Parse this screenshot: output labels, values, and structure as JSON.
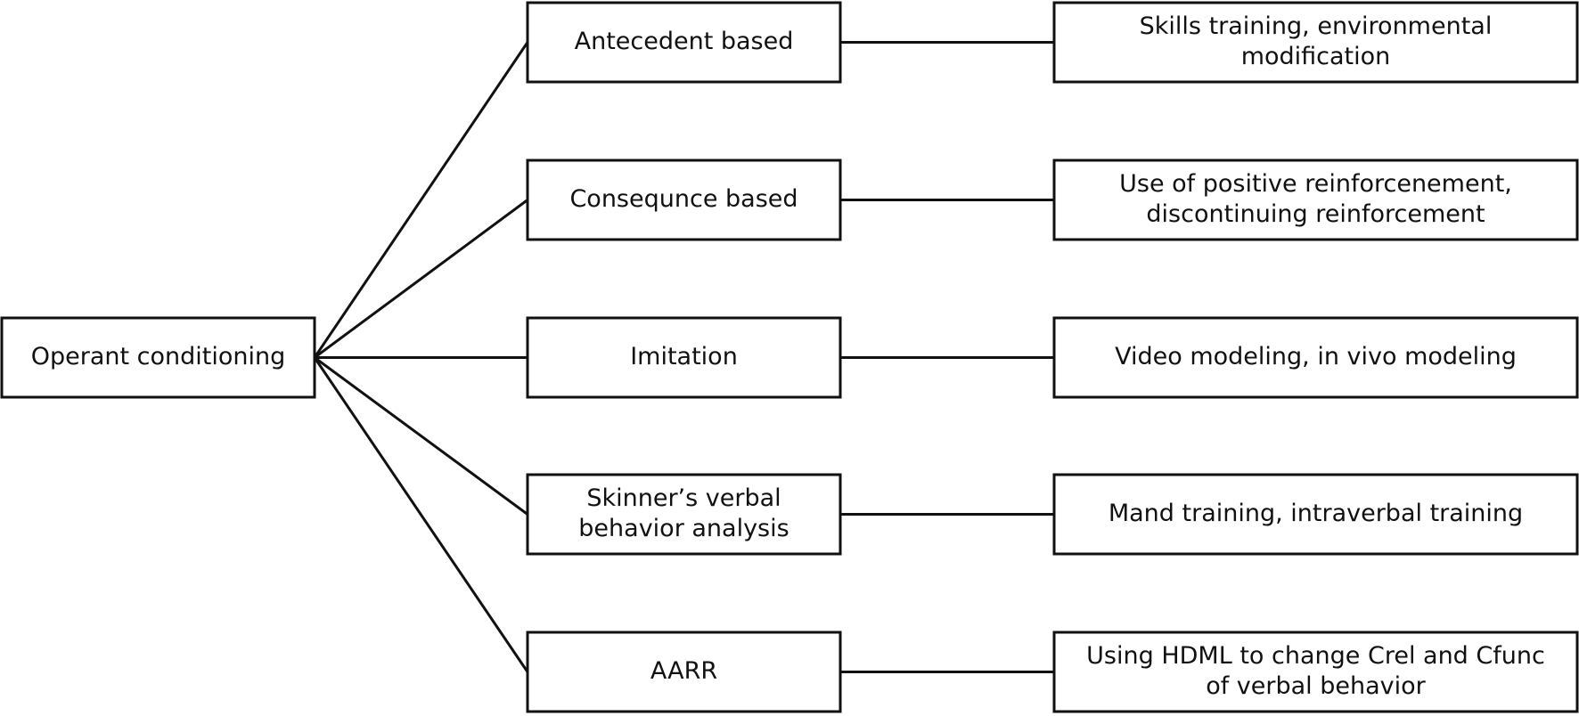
{
  "root": {
    "label": "Operant conditioning"
  },
  "branches": [
    {
      "method": "Antecedent based",
      "examples": [
        "Skills training, environmental",
        "modification"
      ]
    },
    {
      "method": "Consequnce based",
      "examples": [
        "Use of positive reinforcenement,",
        "discontinuing reinforcement"
      ]
    },
    {
      "method": "Imitation",
      "examples": [
        "Video modeling, in vivo modeling"
      ]
    },
    {
      "method": [
        "Skinner’s verbal",
        "behavior analysis"
      ],
      "examples": [
        "Mand training, intraverbal training"
      ]
    },
    {
      "method": "AARR",
      "examples": [
        "Using HDML to change Crel and Cfunc",
        "of verbal behavior"
      ]
    }
  ],
  "colors": {
    "stroke": "#111111",
    "background": "#ffffff",
    "text": "#111111"
  }
}
